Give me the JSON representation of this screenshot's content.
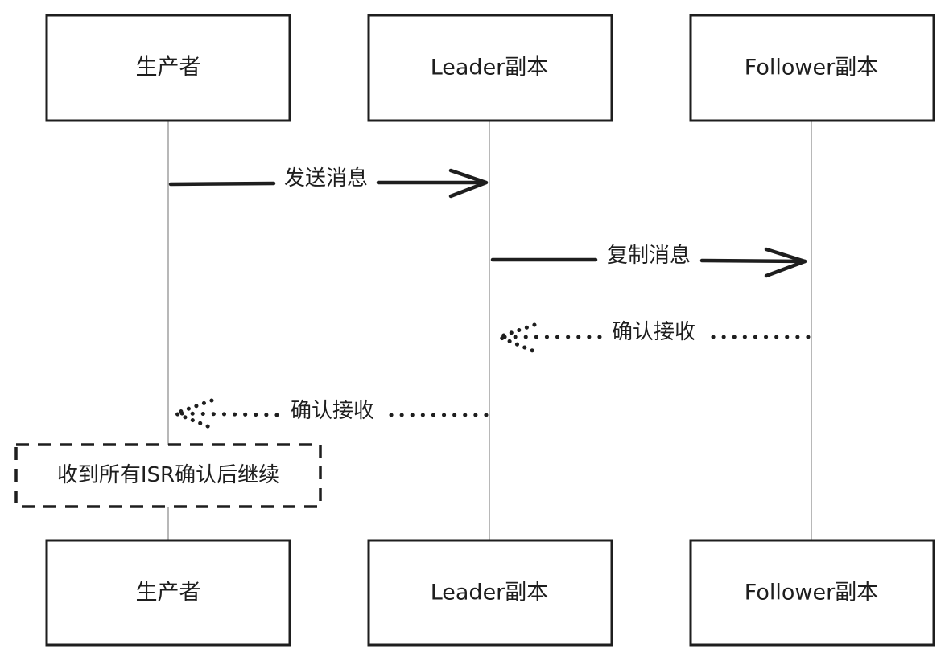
{
  "participants": [
    {
      "id": "producer",
      "label": "生产者"
    },
    {
      "id": "leader",
      "label": "Leader副本"
    },
    {
      "id": "follower",
      "label": "Follower副本"
    }
  ],
  "messages": [
    {
      "from": "producer",
      "to": "leader",
      "label": "发送消息",
      "style": "solid"
    },
    {
      "from": "leader",
      "to": "follower",
      "label": "复制消息",
      "style": "solid"
    },
    {
      "from": "follower",
      "to": "leader",
      "label": "确认接收",
      "style": "dotted"
    },
    {
      "from": "leader",
      "to": "producer",
      "label": "确认接收",
      "style": "dotted"
    }
  ],
  "note": {
    "label": "收到所有ISR确认后继续",
    "style": "dashed"
  }
}
